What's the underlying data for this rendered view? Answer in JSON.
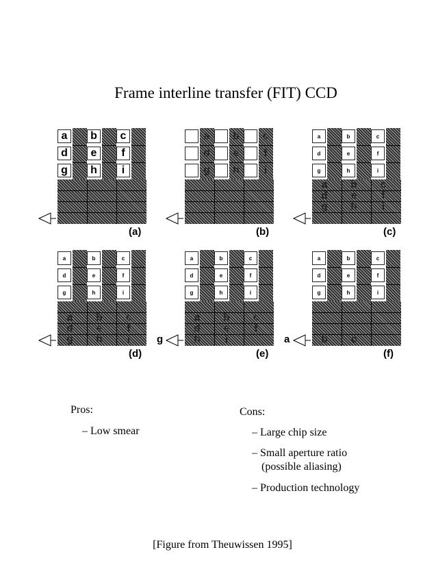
{
  "title": "Frame interline transfer (FIT) CCD",
  "panels": [
    {
      "label": "(a)",
      "letter_size": "large",
      "pixels": [
        "a",
        "b",
        "c",
        "d",
        "e",
        "f",
        "g",
        "h",
        "i"
      ],
      "columns": [
        "",
        "",
        "",
        "",
        "",
        "",
        "",
        "",
        ""
      ],
      "storage": [
        [
          "",
          "",
          ""
        ],
        [
          "",
          "",
          ""
        ],
        [
          "",
          "",
          ""
        ],
        [
          "",
          "",
          ""
        ]
      ],
      "output": ""
    },
    {
      "label": "(b)",
      "letter_size": "large",
      "pixels": [
        "",
        "",
        "",
        "",
        "",
        "",
        "",
        "",
        ""
      ],
      "columns": [
        "a",
        "b",
        "c",
        "d",
        "e",
        "f",
        "g",
        "h",
        "i"
      ],
      "storage": [
        [
          "",
          "",
          ""
        ],
        [
          "",
          "",
          ""
        ],
        [
          "",
          "",
          ""
        ],
        [
          "",
          "",
          ""
        ]
      ],
      "output": ""
    },
    {
      "label": "(c)",
      "letter_size": "small",
      "pixels": [
        "a",
        "b",
        "c",
        "d",
        "e",
        "f",
        "g",
        "h",
        "i"
      ],
      "columns": [
        "",
        "",
        "",
        "",
        "",
        "",
        "",
        "",
        ""
      ],
      "storage": [
        [
          "a",
          "b",
          "c"
        ],
        [
          "d",
          "e",
          "f"
        ],
        [
          "g",
          "h",
          "i"
        ],
        [
          "",
          "",
          ""
        ]
      ],
      "output": ""
    },
    {
      "label": "(d)",
      "letter_size": "small",
      "pixels": [
        "a",
        "b",
        "c",
        "d",
        "e",
        "f",
        "g",
        "h",
        "i"
      ],
      "columns": [
        "",
        "",
        "",
        "",
        "",
        "",
        "",
        "",
        ""
      ],
      "storage": [
        [
          "",
          "",
          ""
        ],
        [
          "a",
          "b",
          "c"
        ],
        [
          "d",
          "e",
          "f"
        ],
        [
          "g",
          "h",
          "i"
        ]
      ],
      "output": ""
    },
    {
      "label": "(e)",
      "letter_size": "small",
      "pixels": [
        "a",
        "b",
        "c",
        "d",
        "e",
        "f",
        "g",
        "h",
        "i"
      ],
      "columns": [
        "",
        "",
        "",
        "",
        "",
        "",
        "",
        "",
        ""
      ],
      "storage": [
        [
          "",
          "",
          ""
        ],
        [
          "a",
          "b",
          "c"
        ],
        [
          "d",
          "e",
          "f"
        ],
        [
          "h",
          "i",
          ""
        ]
      ],
      "output": "g"
    },
    {
      "label": "(f)",
      "letter_size": "small",
      "pixels": [
        "a",
        "b",
        "c",
        "d",
        "e",
        "f",
        "g",
        "h",
        "i"
      ],
      "columns": [
        "",
        "",
        "",
        "",
        "",
        "",
        "",
        "",
        ""
      ],
      "storage": [
        [
          "",
          "",
          ""
        ],
        [
          "",
          "",
          ""
        ],
        [
          "",
          "",
          ""
        ],
        [
          "b",
          "c",
          ""
        ]
      ],
      "output": "a"
    }
  ],
  "pros": {
    "heading": "Pros:",
    "items": [
      "– Low smear"
    ]
  },
  "cons": {
    "heading": "Cons:",
    "items": [
      "– Large chip size",
      "– Small aperture ratio",
      "(possible aliasing)",
      "– Production technology"
    ]
  },
  "footer": "[Figure from Theuwissen 1995]"
}
